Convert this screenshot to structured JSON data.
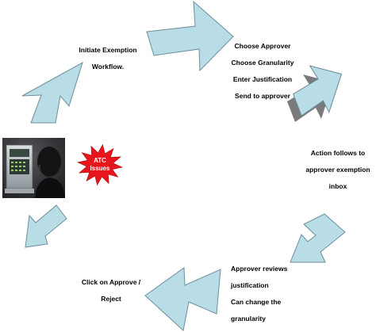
{
  "colors": {
    "arrow_fill": "#b8dde6",
    "arrow_stroke": "#6c8f99",
    "arrow_shadow": "#7a7a7a",
    "star_fill": "#e8151b",
    "star_text": "#ffffff"
  },
  "steps": {
    "initiate": [
      "Initiate Exemption",
      "Workflow."
    ],
    "choose": [
      "Choose Approver",
      "Choose Granularity",
      "Enter Justification",
      "Send to approver"
    ],
    "action": [
      "Action follows to",
      "approver exemption",
      "inbox"
    ],
    "reviews": [
      "Approver reviews",
      "justification",
      "Can change the",
      "granularity"
    ],
    "click": [
      "Click on Approve /",
      "Reject"
    ]
  },
  "atc_badge": [
    "ATC",
    "Issues"
  ],
  "illustration": {
    "icon": "person-at-computer-icon"
  }
}
